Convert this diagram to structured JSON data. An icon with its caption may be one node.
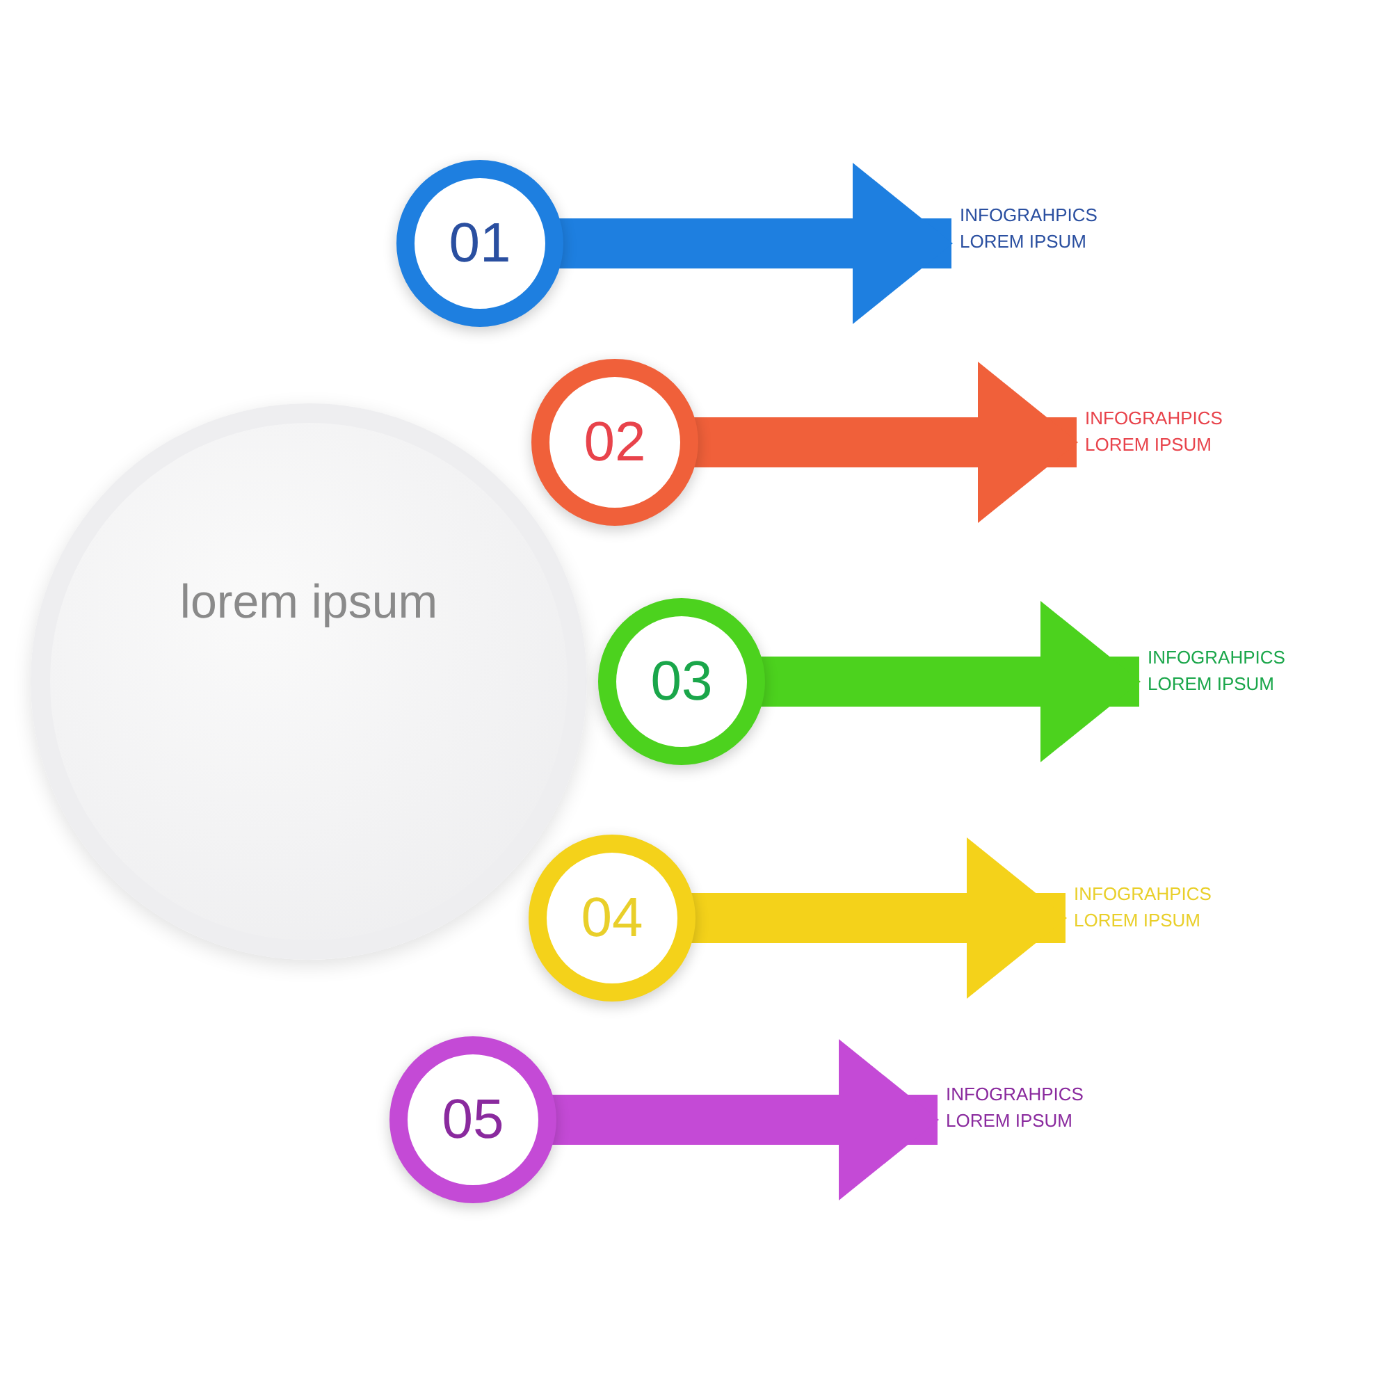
{
  "diagram": {
    "nodes": [
      {
        "text": [
          "lorem ipsum"
        ]
      },
      {
        "text": [
          "01"
        ]
      },
      {
        "text": [
          "INFOGRAHPICS LOREM IPSUM"
        ]
      },
      {
        "text": [
          "02"
        ]
      },
      {
        "text": [
          "INFOGRAHPICS LOREM IPSUM"
        ]
      },
      {
        "text": [
          "03"
        ]
      },
      {
        "text": [
          "INFOGRAHPICS LOREM IPSUM"
        ]
      },
      {
        "text": [
          "04"
        ]
      },
      {
        "text": [
          "INFOGRAHPICS LOREM IPSUM"
        ]
      },
      {
        "text": [
          "05"
        ]
      },
      {
        "text": [
          "INFOGRAHPICS LOREM IPSUM"
        ]
      }
    ],
    "edges": [
      {
        "from": 1,
        "to": 2,
        "arrow": "to",
        "color": "#1e7fe0"
      },
      {
        "from": 3,
        "to": 4,
        "arrow": "to",
        "color": "#f0603a"
      },
      {
        "from": 5,
        "to": 6,
        "arrow": "to",
        "color": "#4cd21e"
      },
      {
        "from": 7,
        "to": 8,
        "arrow": "to",
        "color": "#f4d21a"
      },
      {
        "from": 9,
        "to": 10,
        "arrow": "to",
        "color": "#c44ad6"
      }
    ]
  }
}
